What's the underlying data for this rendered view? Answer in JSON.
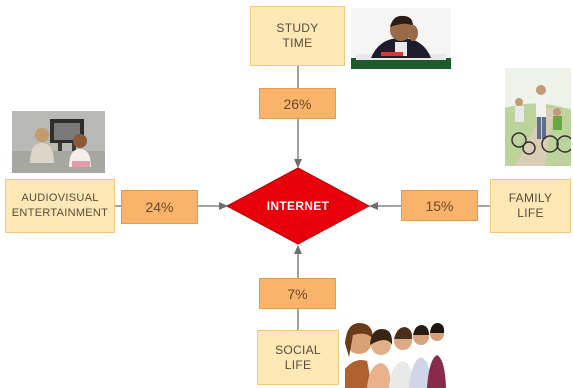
{
  "center": {
    "label": "INTERNET",
    "color": "#e8000a"
  },
  "top": {
    "label": "STUDY\nTIME",
    "percent": "26%"
  },
  "left": {
    "label": "AUDIOVISUAL\nENTERTAINMENT",
    "percent": "24%"
  },
  "right": {
    "label": "FAMILY\nLIFE",
    "percent": "15%"
  },
  "bottom": {
    "label": "SOCIAL\nLIFE",
    "percent": "7%"
  },
  "colors": {
    "label_fill": "#fde8b6",
    "percent_fill": "#f9b36b",
    "arrow": "#6e6e6e"
  },
  "photos": {
    "top": "boy-studying-photo",
    "left": "children-watching-tv-photo",
    "right": "family-cycling-photo",
    "bottom": "group-of-teens-photo"
  }
}
